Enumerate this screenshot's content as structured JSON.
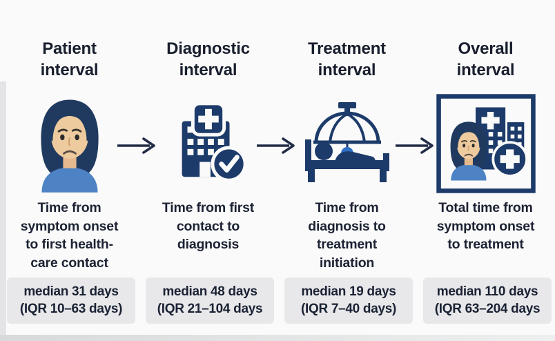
{
  "figure": {
    "type": "care-intervals-flow-diagram",
    "background": "#fafafa",
    "navy_accent": "#1d3b6a",
    "drip_blue_accent": "#2f6fc6",
    "statbox_gray": "#e8e8ea"
  },
  "icons": {
    "column1": "patient-woman-icon",
    "column2": "hospital-check-icon",
    "column3": "hospital-bed-canopy-icon",
    "column4": "patient-hospital-framed-icon",
    "between_columns": "right-arrow-icon"
  },
  "columns": [
    {
      "title": "Patient\ninterval",
      "description": "Time from\nsymptom onset\nto first health-\ncare contact",
      "median_line": "median 31 days",
      "iqr_line": "(IQR 10–63 days)"
    },
    {
      "title": "Diagnostic\ninterval",
      "description": "Time from first\ncontact to\ndiagnosis",
      "median_line": "median 48 days",
      "iqr_line": "(IQR 21–104 days"
    },
    {
      "title": "Treatment\ninterval",
      "description": "Time from\ndiagnosis to\ntreatment\ninitiation",
      "median_line": "median 19 days",
      "iqr_line": "(IQR 7–40 days)"
    },
    {
      "title": "Overall\ninterval",
      "description": "Total time from\nsymptom onset\nto treatment",
      "median_line": "median 110 days",
      "iqr_line": "(IQR 63–204 days"
    }
  ]
}
